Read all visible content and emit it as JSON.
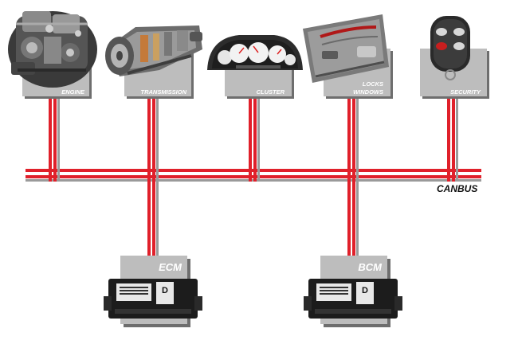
{
  "diagram": {
    "bus_label": "CANBUS",
    "colors": {
      "wire_red": "#e0202a",
      "wire_gray": "#9a9a9a",
      "box_gray": "#bdbdbd",
      "box_shadow": "#6e6e6e"
    },
    "nodes": [
      {
        "id": "engine",
        "label": "ENGINE",
        "icon": "engine-icon"
      },
      {
        "id": "transmission",
        "label": "TRANSMISSION",
        "icon": "transmission-icon"
      },
      {
        "id": "cluster",
        "label": "CLUSTER",
        "icon": "gauge-cluster-icon"
      },
      {
        "id": "locks-windows",
        "label_line1": "LOCKS",
        "label_line2": "WINDOWS",
        "icon": "door-panel-icon"
      },
      {
        "id": "security",
        "label": "SECURITY",
        "icon": "key-fob-icon"
      }
    ],
    "controllers": [
      {
        "id": "ecm",
        "label": "ECM",
        "module_letter": "D",
        "icon": "control-module-icon"
      },
      {
        "id": "bcm",
        "label": "BCM",
        "module_letter": "D",
        "icon": "control-module-icon"
      }
    ]
  }
}
